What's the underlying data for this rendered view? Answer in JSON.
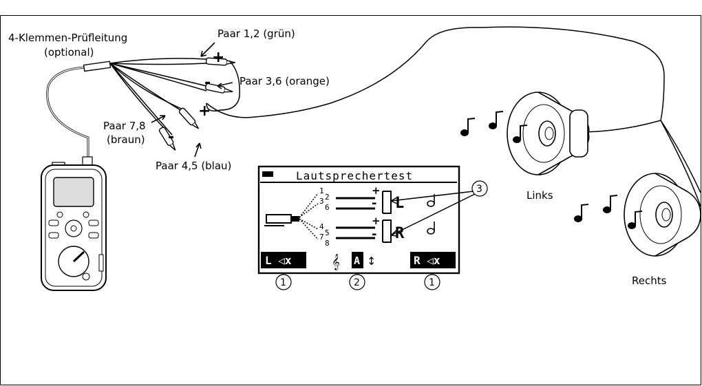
{
  "labels": {
    "test_lead": [
      "4-Klemmen-Prüfleitung",
      "(optional)"
    ],
    "pair_12": "Paar 1,2 (grün)",
    "pair_36": "Paar 3,6 (orange)",
    "pair_78": [
      "Paar 7,8",
      "(braun)"
    ],
    "pair_45": "Paar 4,5 (blau)",
    "links": "Links",
    "rechts": "Rechts"
  },
  "polarity": {
    "plus": "+",
    "minus": "-"
  },
  "lcd": {
    "title": "Lautsprechertest",
    "pairs": [
      {
        "a": "1",
        "b": "2"
      },
      {
        "a": "3",
        "b": "6"
      },
      {
        "a": "4",
        "b": "5"
      },
      {
        "a": "7",
        "b": "8"
      }
    ],
    "channel_left": "L",
    "channel_right": "R",
    "softkey_left": "L ◁x",
    "softkey_mid": "A",
    "softkey_right": "R ◁x"
  },
  "callouts": {
    "c1": "1",
    "c2": "2",
    "c3": "3"
  },
  "icons": [
    "music-note-icon",
    "speaker-icon",
    "tester-device-icon",
    "alligator-clip-icon",
    "note-icon",
    "arrow-icon"
  ]
}
